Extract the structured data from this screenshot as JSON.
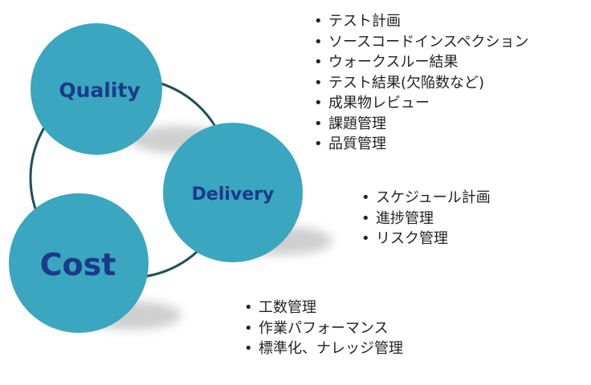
{
  "diagram": {
    "colors": {
      "circle": "#3aa6bf",
      "label": "#1a3a8a",
      "ring": "#1f4e5a",
      "shadow": "#cfcfcf"
    },
    "nodes": {
      "quality": "Quality",
      "delivery": "Delivery",
      "cost": "Cost"
    },
    "quality_items": [
      "テスト計画",
      "ソースコードインスペクション",
      "ウォークスルー結果",
      "テスト結果(欠陥数など)",
      "成果物レビュー",
      "課題管理",
      "品質管理"
    ],
    "delivery_items": [
      "スケジュール計画",
      "進捗管理",
      "リスク管理"
    ],
    "cost_items": [
      "工数管理",
      "作業パフォーマンス",
      "標準化、ナレッジ管理"
    ]
  }
}
